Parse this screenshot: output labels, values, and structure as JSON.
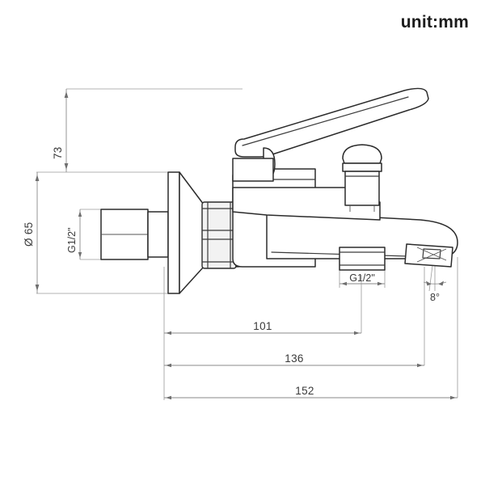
{
  "sheet": {
    "unit_note": "unit:mm",
    "background_color": "#ffffff",
    "line_color": "#2b2b2b",
    "dimension_color": "#8a8a8a"
  },
  "drawing": {
    "subject": "wall-mounted bath/shower mixer faucet - side elevation",
    "view": "side elevation"
  },
  "dimensions": {
    "height_73": {
      "label": "73",
      "value": 73,
      "orientation": "vertical"
    },
    "diameter_65": {
      "label": "Ø 65",
      "value": 65,
      "orientation": "vertical",
      "note": "flange diameter"
    },
    "inlet_thread": {
      "label": "G1/2\"",
      "orientation": "vertical",
      "note": "wall inlet thread size"
    },
    "outlet_thread": {
      "label": "G1/2\"",
      "orientation": "horizontal",
      "note": "shower outlet thread size"
    },
    "length_101": {
      "label": "101",
      "value": 101,
      "orientation": "horizontal"
    },
    "length_136": {
      "label": "136",
      "value": 136,
      "orientation": "horizontal"
    },
    "length_152": {
      "label": "152",
      "value": 152,
      "orientation": "horizontal"
    },
    "angle_8": {
      "label": "8°",
      "value": 8,
      "orientation": "angular",
      "note": "aerator tilt angle"
    }
  }
}
